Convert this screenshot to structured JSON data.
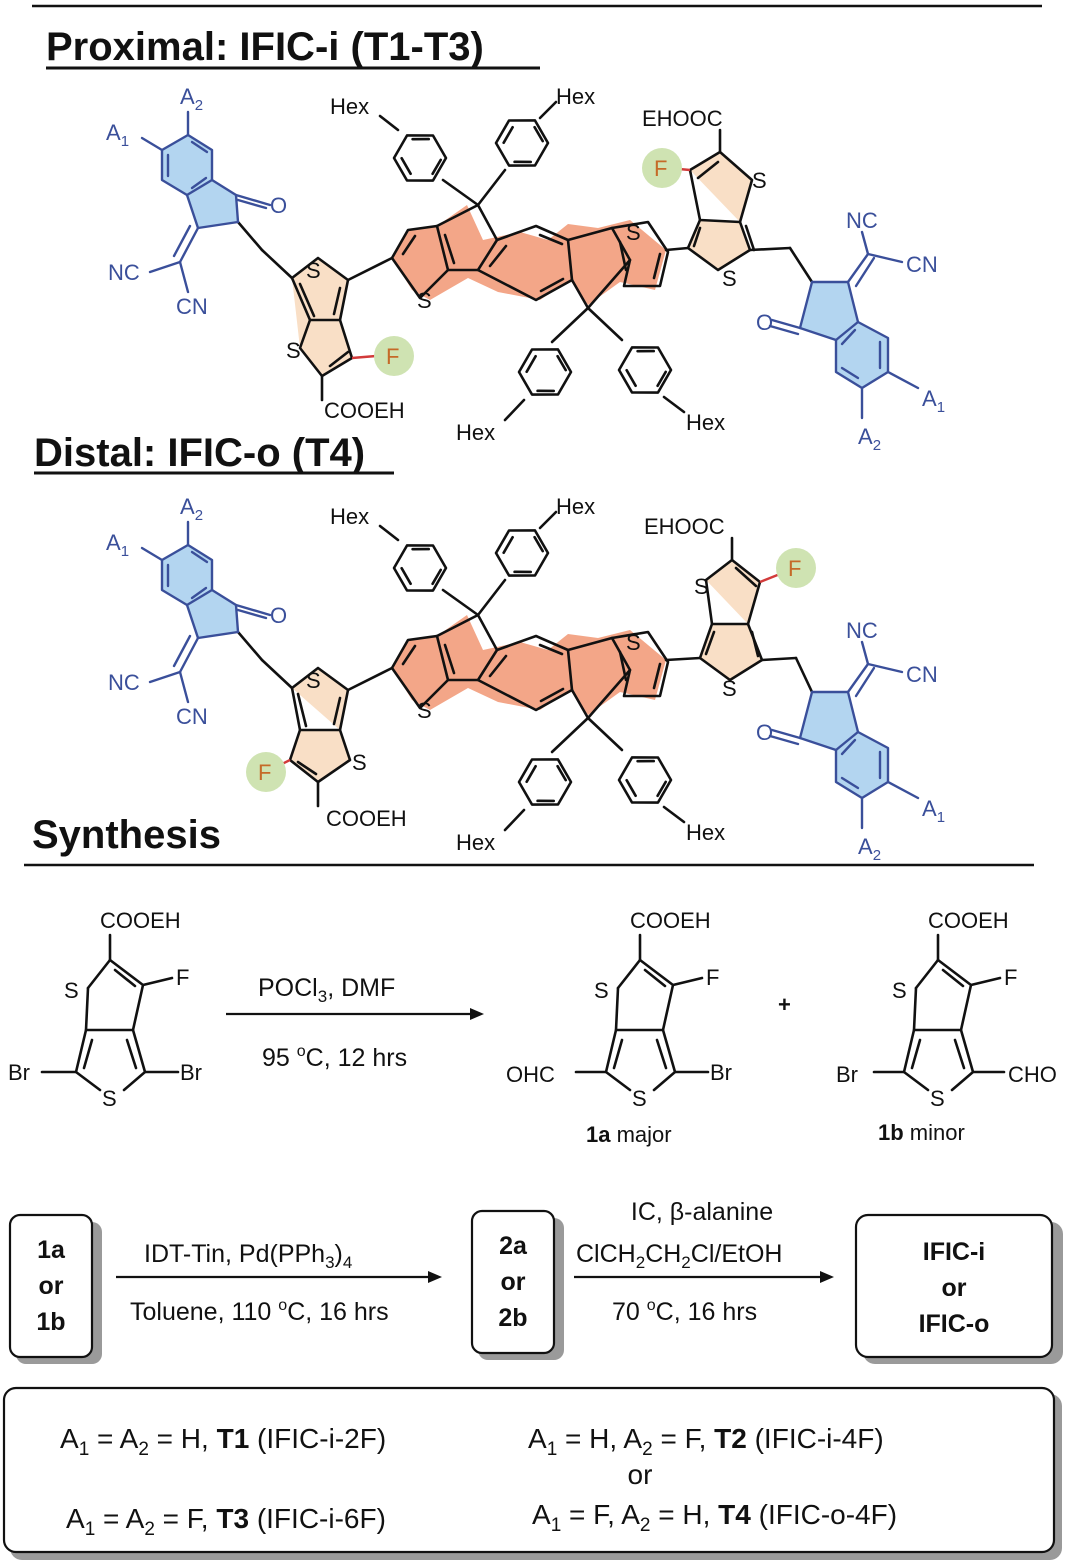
{
  "sections": {
    "proximal_title": "Proximal: IFIC-i (T1-T3)",
    "distal_title": "Distal: IFIC-o (T4)",
    "synthesis_title": "Synthesis"
  },
  "colors": {
    "core_fill": "#f3a688",
    "thienothiophene_fill": "#f9dfc6",
    "end_group_fill": "#b3d5f0",
    "end_group_stroke": "#3a4f9a",
    "fluorine_highlight": "#cfe3b2",
    "fluorine_text": "#c56a28"
  },
  "labels": {
    "hex": "Hex",
    "ester_top": "EHOOC",
    "ester_bottom": "COOEH",
    "sulfur": "S",
    "fluorine": "F",
    "oxygen": "O",
    "nc": "NC",
    "cn": "CN",
    "a1": "A",
    "a1_sub": "1",
    "a2": "A",
    "a2_sub": "2",
    "bromine": "Br",
    "ohc": "OHC",
    "cho": "CHO",
    "plus": "+"
  },
  "step1": {
    "reagent_a": "POCl",
    "reagent_a_sub": "3",
    "reagent_b": ", DMF",
    "cond_a": "95 ",
    "cond_sup": "o",
    "cond_b": "C, 12 hrs",
    "product_a_id": "1a",
    "product_a_tag": " major",
    "product_b_id": "1b",
    "product_b_tag": " minor"
  },
  "step2": {
    "box1": [
      "1a",
      "or",
      "1b"
    ],
    "reagent_a": "IDT-Tin, Pd(PPh",
    "reagent_sub": "3",
    "reagent_b": ")",
    "reagent_sub2": "4",
    "cond_a": "Toluene, 110 ",
    "cond_sup": "o",
    "cond_b": "C, 16 hrs",
    "box2": [
      "2a",
      "or",
      "2b"
    ]
  },
  "step3": {
    "reagent_top": "IC, β-alanine",
    "solvent_a": "ClCH",
    "solvent_sub1": "2",
    "solvent_b": "CH",
    "solvent_sub2": "2",
    "solvent_c": "Cl/EtOH",
    "cond_a": "70 ",
    "cond_sup": "o",
    "cond_b": "C, 16 hrs",
    "box3": [
      "IFIC-i",
      "or",
      "IFIC-o"
    ]
  },
  "legend": {
    "rows": [
      {
        "text_a": "A",
        "s1": "1",
        "text_b": " = A",
        "s2": "2",
        "text_c": " = H, ",
        "bold": "T1",
        "tail": " (IFIC-i-2F)"
      },
      {
        "text_a": "A",
        "s1": "1",
        "text_b": " = H, A",
        "s2": "2",
        "text_c": " = F,  ",
        "bold": "T2",
        "tail": " (IFIC-i-4F)"
      },
      {
        "text_a": "A",
        "s1": "1",
        "text_b": " = A",
        "s2": "2",
        "text_c": " = F, ",
        "bold": "T3",
        "tail": " (IFIC-i-6F)"
      },
      {
        "text_a": "A",
        "s1": "1",
        "text_b": " = F, A",
        "s2": "2",
        "text_c": " = H,  ",
        "bold": "T4",
        "tail": " (IFIC-o-4F)"
      }
    ],
    "or": "or"
  }
}
